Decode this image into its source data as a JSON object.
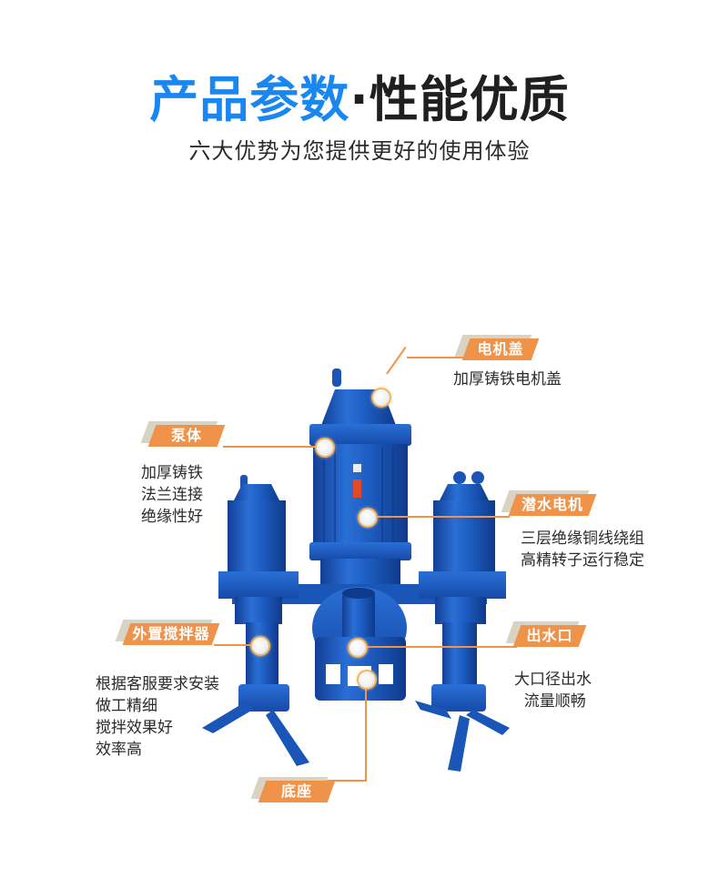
{
  "header": {
    "title_blue": "产品参数",
    "title_dot": "·",
    "title_dark": "性能优质",
    "subtitle": "六大优势为您提供更好的使用体验"
  },
  "colors": {
    "title_blue": "#1a87f0",
    "badge_orange": "#f0934a",
    "badge_shadow": "#d9d3c3",
    "pump_blue": "#1f5fc0"
  },
  "features": [
    {
      "label": "电机盖",
      "desc": "加厚铸铁电机盖"
    },
    {
      "label": "泵体",
      "desc": "加厚铸铁\n法兰连接\n绝缘性好"
    },
    {
      "label": "潜水电机",
      "desc": "三层绝缘铜线绕组\n高精转子运行稳定"
    },
    {
      "label": "外置搅拌器",
      "desc": "根据客服要求安装\n做工精细\n搅拌效果好\n效率高"
    },
    {
      "label": "出水口",
      "desc": "大口径出水\n  流量顺畅"
    },
    {
      "label": "底座",
      "desc": ""
    }
  ],
  "product_image": {
    "icon": "submersible-slurry-pump-image"
  }
}
